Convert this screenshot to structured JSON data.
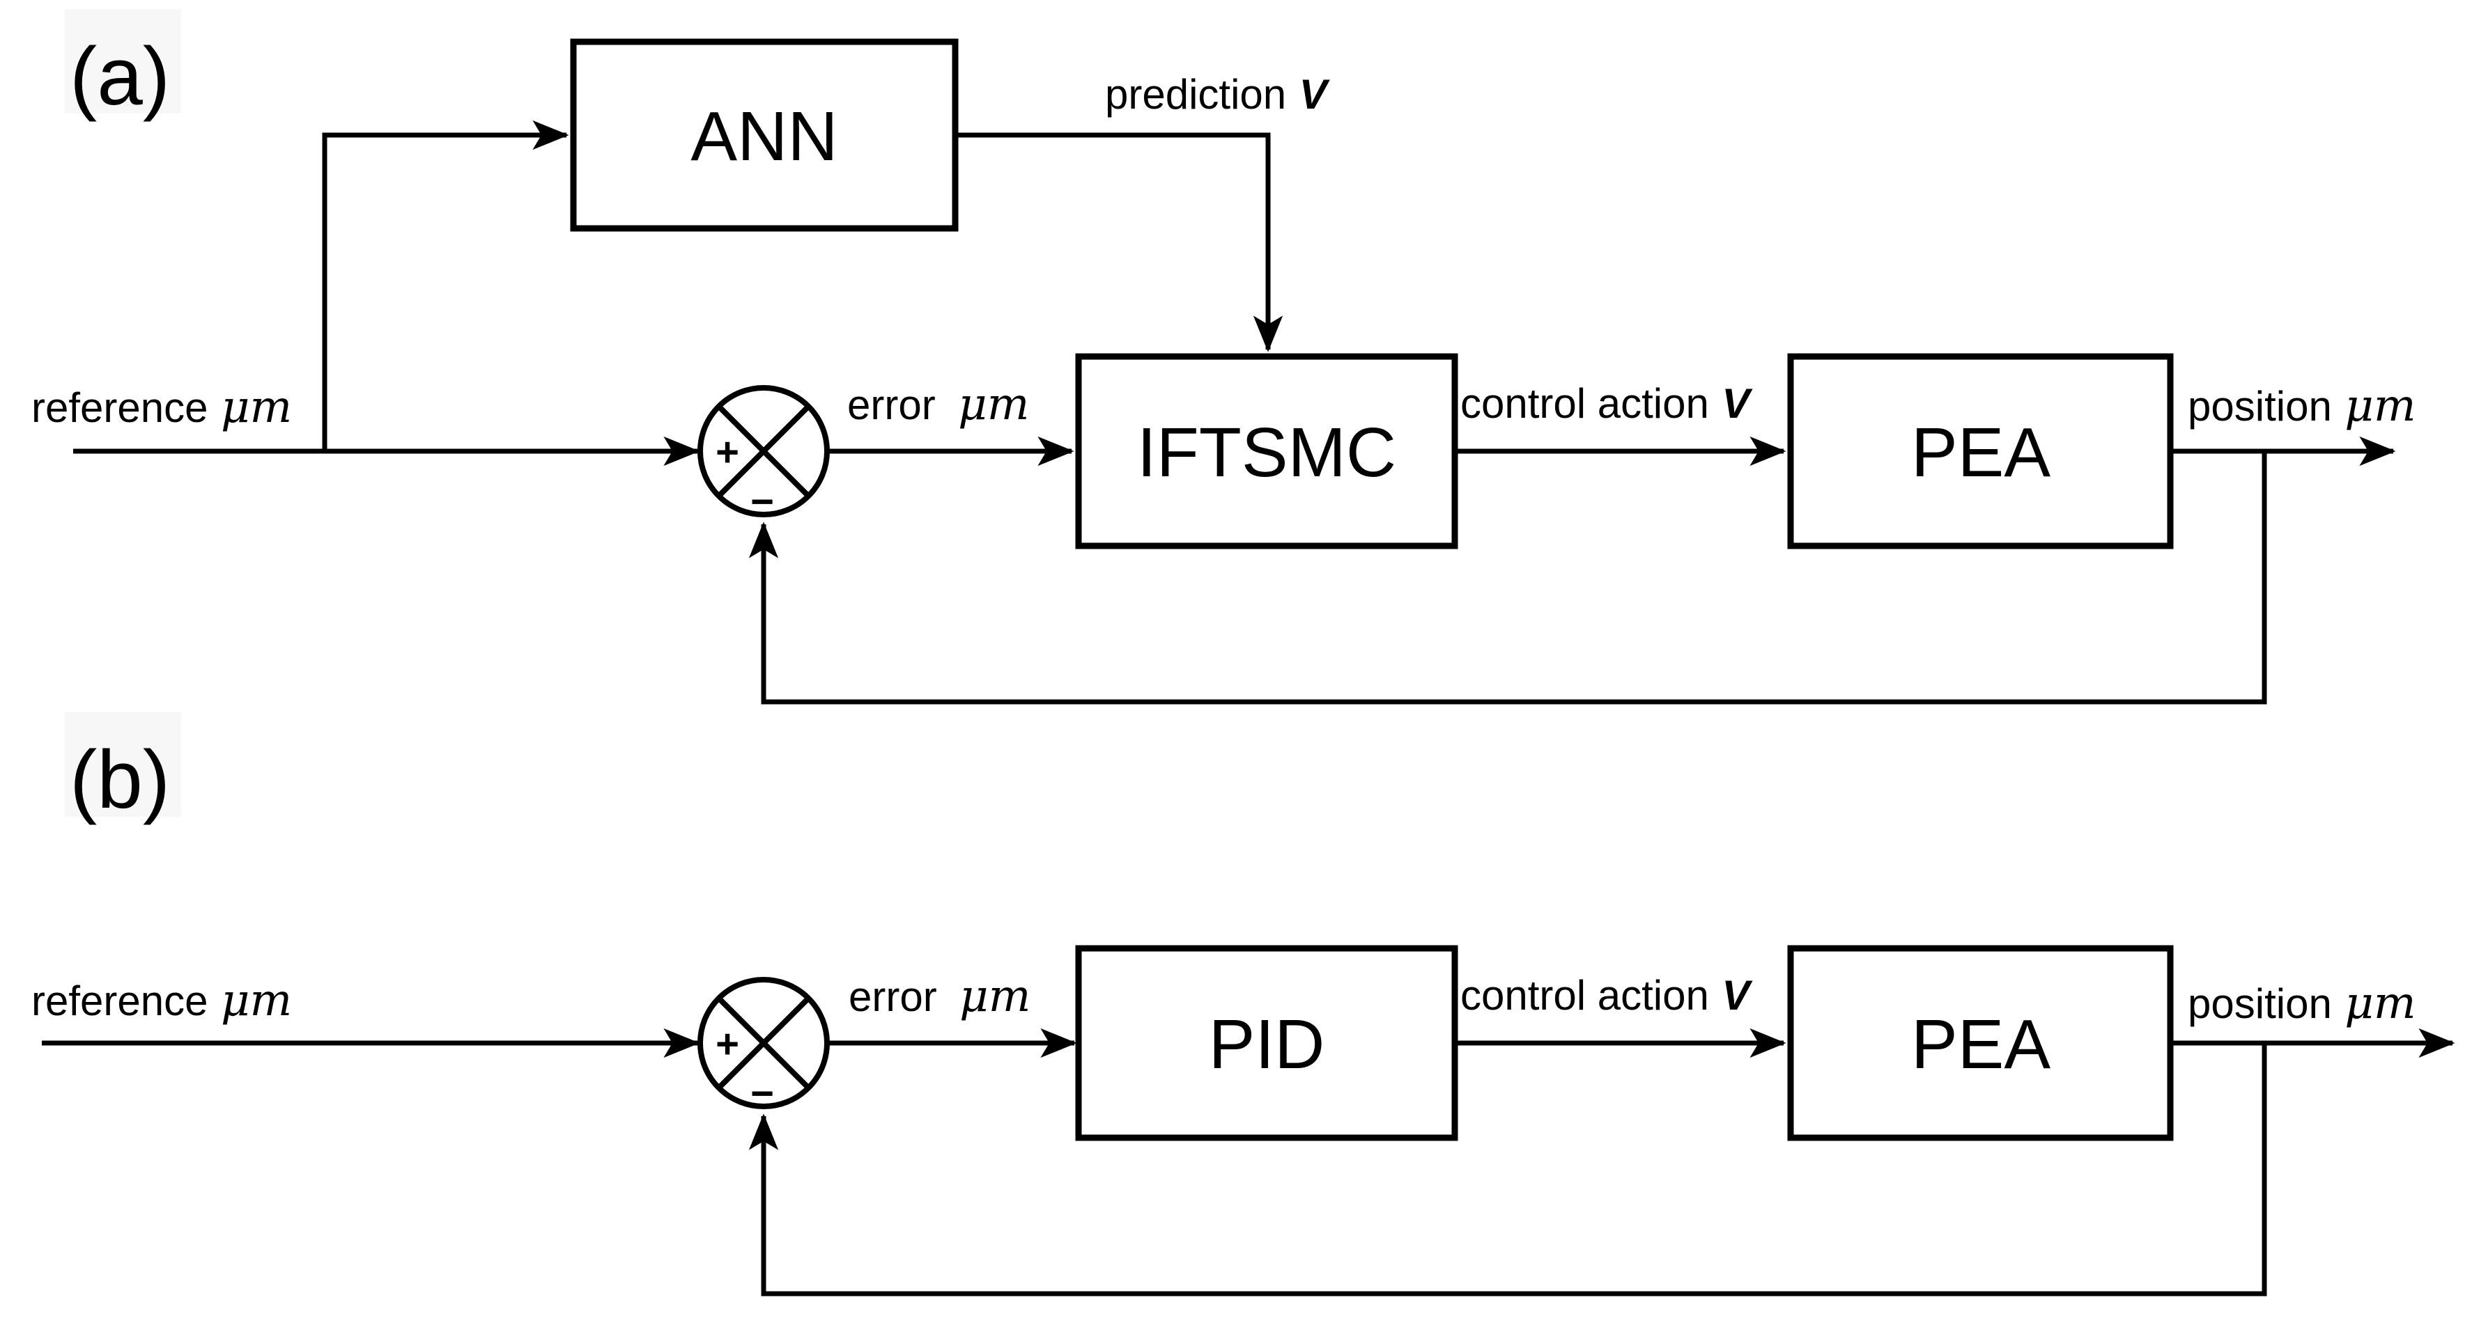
{
  "figure": {
    "background_color": "#ffffff",
    "line_color": "#000000",
    "panel_label_background": "#f7f7f7"
  },
  "panel_a": {
    "label": "(a)",
    "blocks": {
      "ann": "ANN",
      "controller": "IFTSMC",
      "plant": "PEA"
    },
    "signals": {
      "reference": {
        "name": "reference",
        "unit": "μm"
      },
      "prediction": {
        "name": "prediction",
        "unit": "V"
      },
      "error": {
        "name": "error",
        "unit": "μm"
      },
      "control_action": {
        "name": "control action",
        "unit": "V"
      },
      "position": {
        "name": "position",
        "unit": "μm"
      }
    },
    "summing_junction": {
      "plus": "+",
      "minus": "−"
    }
  },
  "panel_b": {
    "label": "(b)",
    "blocks": {
      "controller": "PID",
      "plant": "PEA"
    },
    "signals": {
      "reference": {
        "name": "reference",
        "unit": "μm"
      },
      "error": {
        "name": "error",
        "unit": "μm"
      },
      "control_action": {
        "name": "control action",
        "unit": "V"
      },
      "position": {
        "name": "position",
        "unit": "μm"
      }
    },
    "summing_junction": {
      "plus": "+",
      "minus": "−"
    }
  }
}
